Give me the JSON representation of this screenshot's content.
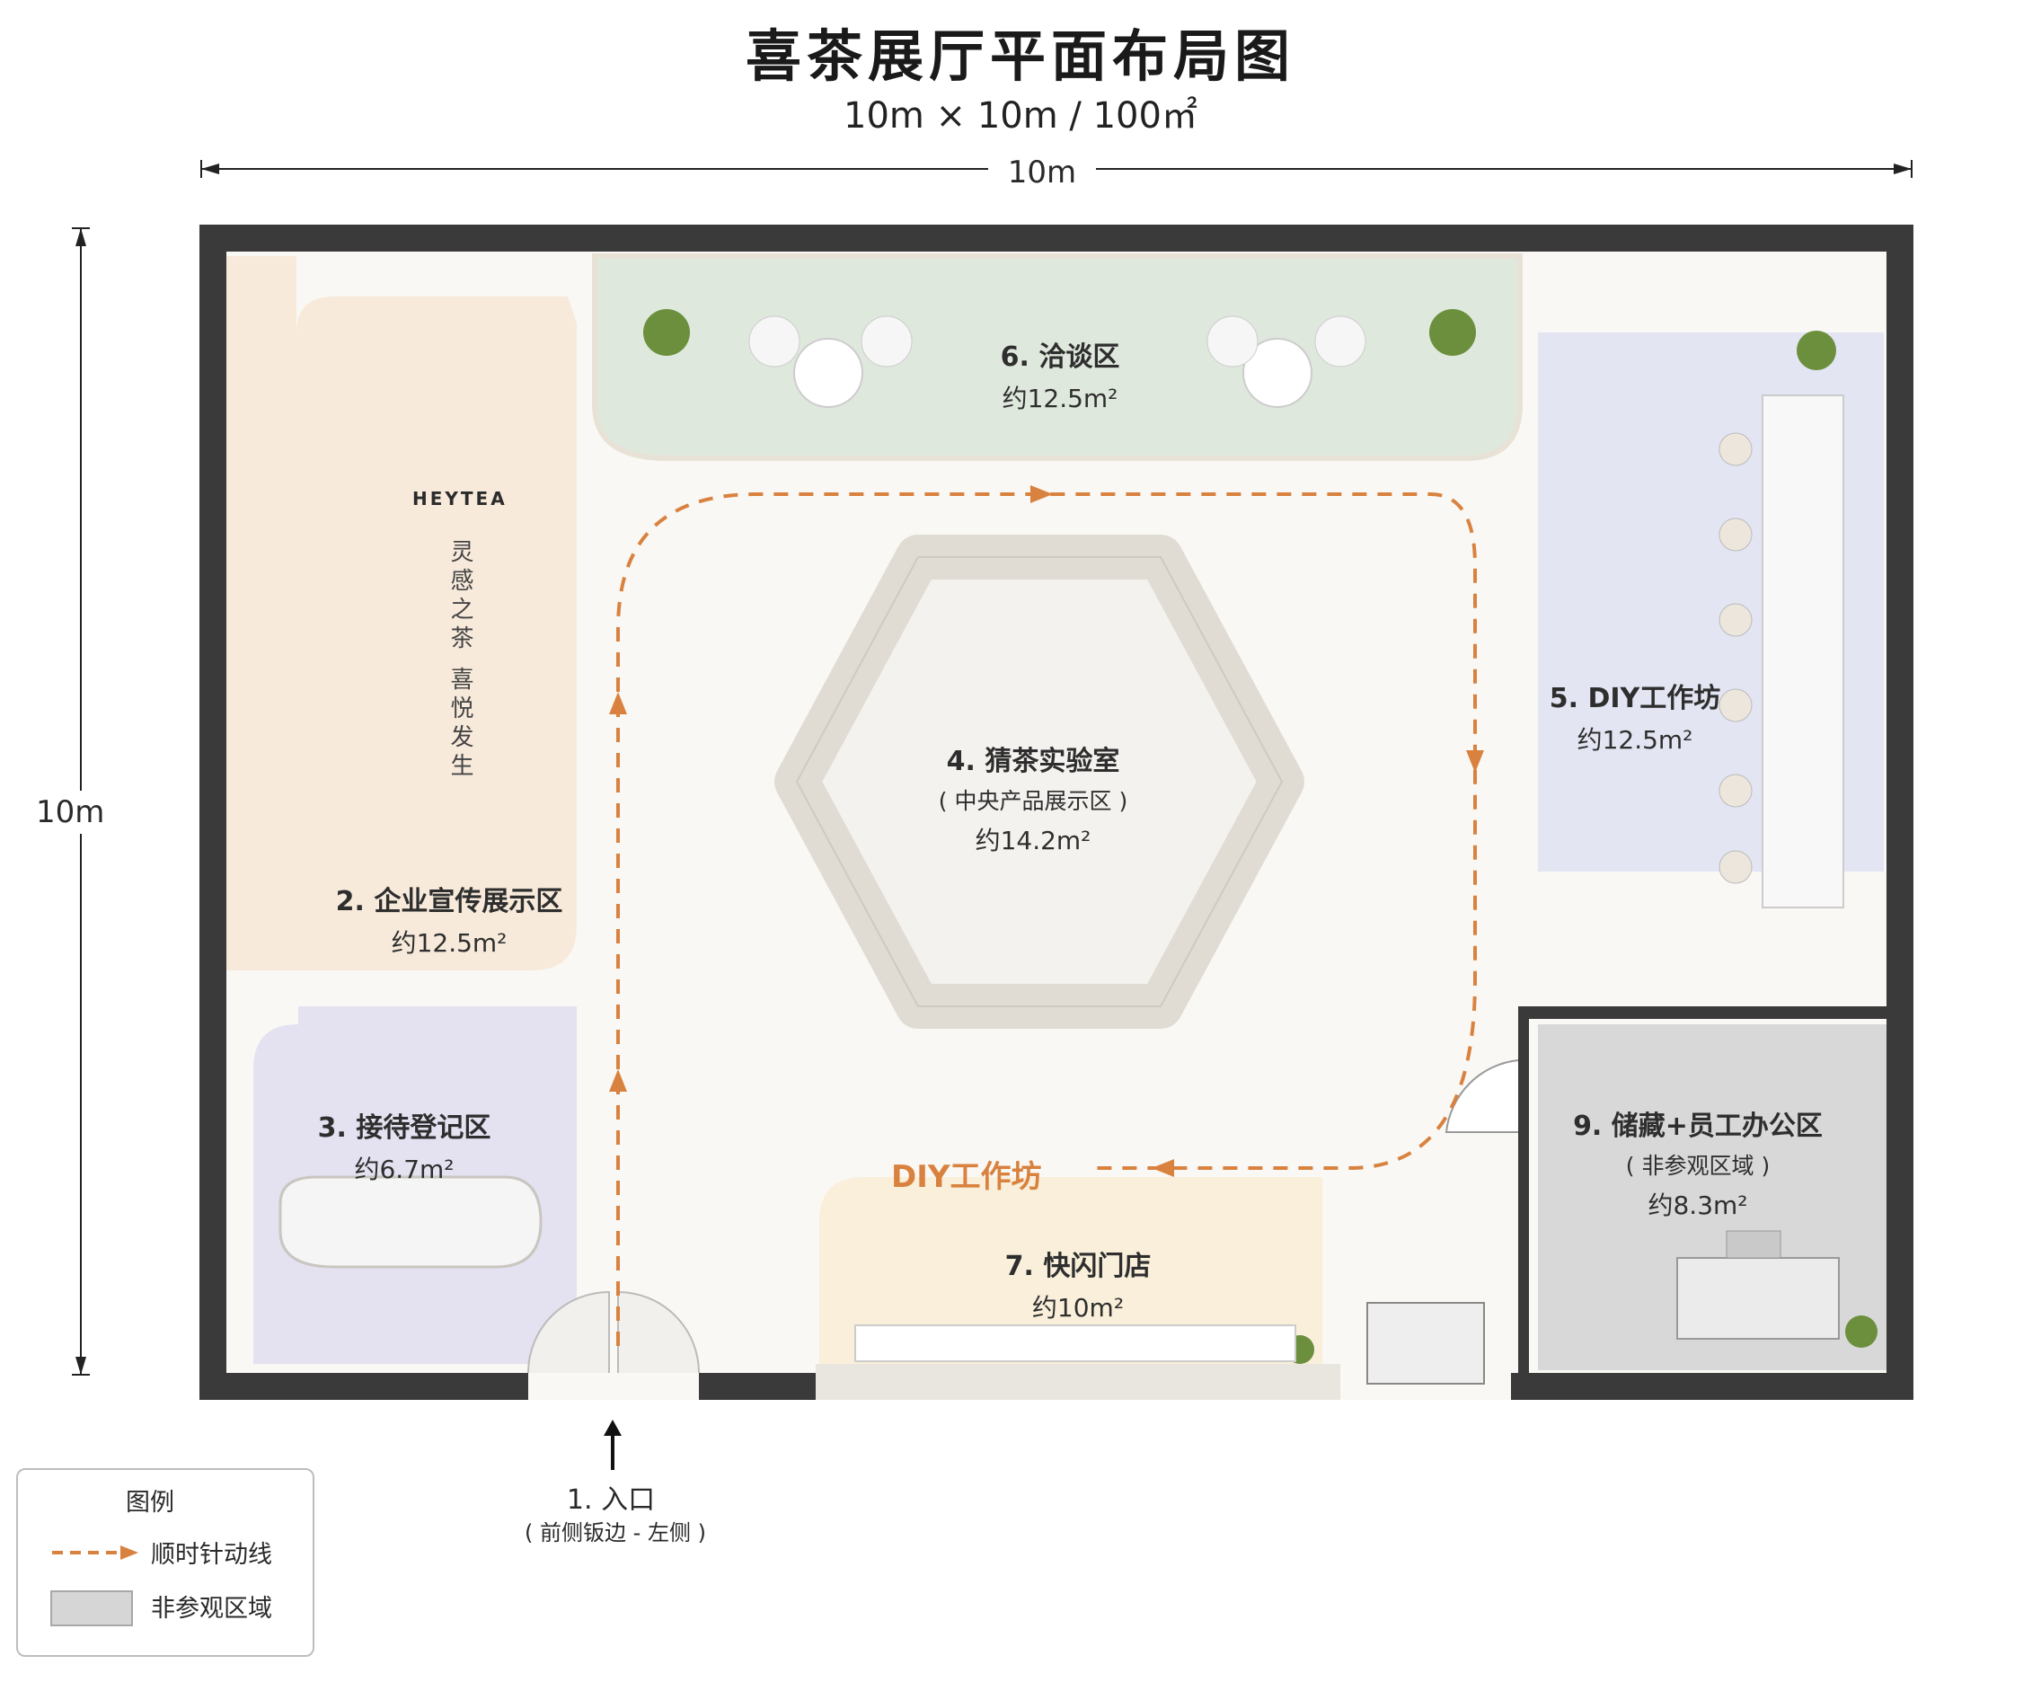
{
  "header": {
    "title": "喜茶展厅平面布局图",
    "subtitle": "10m × 10m / 100㎡"
  },
  "dimensions": {
    "width_label": "10m",
    "height_label": "10m"
  },
  "zones": {
    "entry": {
      "name": "1. 入口",
      "note": "( 前侧钣边 - 左侧 )"
    },
    "promo": {
      "name": "2. 企业宣传展示区",
      "area": "约12.5m²"
    },
    "reception": {
      "name": "3. 接待登记区",
      "area": "约6.7m²"
    },
    "lab": {
      "name": "4. 猜茶实验室",
      "sub": "( 中央产品展示区 )",
      "area": "约14.2m²"
    },
    "diy": {
      "name": "5. DIY工作坊",
      "area": "约12.5m²"
    },
    "meeting": {
      "name": "6. 洽谈区",
      "area": "约12.5m²"
    },
    "popup": {
      "name": "7. 快闪门店",
      "area": "约10m²"
    },
    "storage": {
      "name": "9. 储藏+员工办公区",
      "sub": "( 非参观区域 )",
      "area": "约8.3m²"
    }
  },
  "wall_text": {
    "brand": "HEYTEA",
    "slogan_1": "灵感之茶",
    "slogan_2": "喜悦发生"
  },
  "flow_label": "DIY工作坊",
  "legend": {
    "title": "图例",
    "flow": "顺时针动线",
    "restricted": "非参观区域"
  },
  "colors": {
    "wall": "#3a3a3a",
    "promo": "#f7eadb",
    "reception": "#e4e1f1",
    "meeting": "#dfe8dd",
    "diy": "#e3e5f3",
    "popup": "#f9efda",
    "storage": "#d8d8d8",
    "flow": "#d9823f",
    "floor": "#faf8f4"
  }
}
